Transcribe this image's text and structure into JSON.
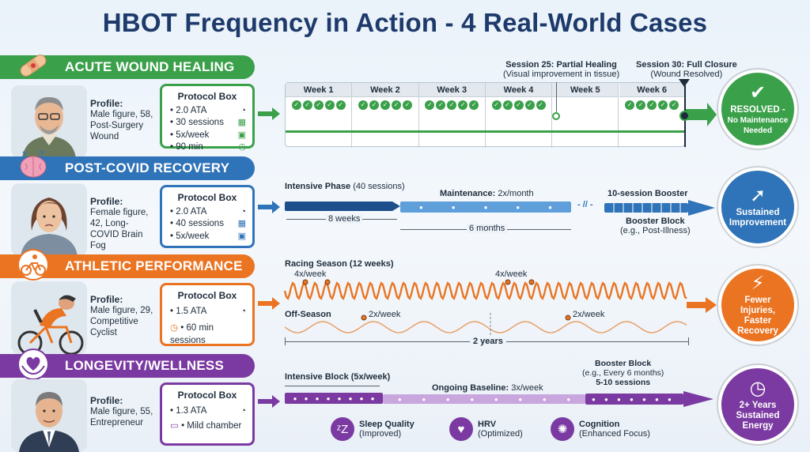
{
  "title": "HBOT Frequency in Action - 4 Real-World Cases",
  "colors": {
    "wound": "#3aa04a",
    "covid": "#2f73b8",
    "athletic": "#ea7422",
    "longevity": "#7b3aa1"
  },
  "cases": {
    "wound": {
      "banner": "ACUTE WOUND HEALING",
      "banner_icon": "bandage-icon",
      "profile_head": "Profile:",
      "profile": "Male figure, 58, Post-Surgery Wound",
      "protocol_title": "Protocol Box",
      "protocol": [
        "• 2.0 ATA",
        "• 30 sessions",
        "• 5x/week",
        "• 90 min"
      ],
      "weeks": [
        "Week 1",
        "Week 2",
        "Week 3",
        "Week 4",
        "Week 5",
        "Week 6"
      ],
      "checks_per_week": 5,
      "milestone1_title": "Session 25: Partial Healing",
      "milestone1_sub": "(Visual improvement in tissue)",
      "milestone2_title": "Session 30: Full Closure",
      "milestone2_sub": "(Wound Resolved)",
      "result_icon": "check-icon",
      "result": "RESOLVED -",
      "result_sub": "No Maintenance Needed"
    },
    "covid": {
      "banner": "POST-COVID RECOVERY",
      "banner_icon": "brain-icon",
      "profile_head": "Profile:",
      "profile": "Female figure, 42, Long-COVID Brain Fog",
      "protocol_title": "Protocol Box",
      "protocol": [
        "• 2.0 ATA",
        "• 40 sessions",
        "• 5x/week"
      ],
      "intensive_label": "Intensive Phase",
      "intensive_note": "(40 sessions)",
      "intensive_duration": "8 weeks",
      "maintenance_label": "Maintenance:",
      "maintenance_freq": "2x/month",
      "maintenance_duration": "6 months",
      "booster_top": "10-session Booster",
      "booster_label": "Booster Block",
      "booster_sub": "(e.g., Post-Illness)",
      "result_icon": "arrow-up-right-icon",
      "result": "Sustained Improvement"
    },
    "athletic": {
      "banner": "ATHLETIC PERFORMANCE",
      "banner_icon": "cyclist-icon",
      "profile_head": "Profile:",
      "profile": "Male figure, 29, Competitive Cyclist",
      "protocol_title": "Protocol Box",
      "protocol": [
        "• 1.5 ATA",
        "• 60 min sessions"
      ],
      "racing_label": "Racing Season (12 weeks)",
      "racing_freq": "4x/week",
      "off_label": "Off-Season",
      "off_freq": "2x/week",
      "duration": "2 years",
      "result_icon": "lightning-icon",
      "result": "Fewer Injuries, Faster Recovery"
    },
    "longevity": {
      "banner": "LONGEVITY/WELLNESS",
      "banner_icon": "heart-hands-icon",
      "profile_head": "Profile:",
      "profile": "Male figure, 55, Entrepreneur",
      "protocol_title": "Protocol Box",
      "protocol": [
        "• 1.3 ATA",
        "• Mild chamber"
      ],
      "intensive_label": "Intensive Block (5x/week)",
      "baseline_label": "Ongoing Baseline:",
      "baseline_freq": "3x/week",
      "booster_label": "Booster Block",
      "booster_sub": "(e.g., Every 6 months)",
      "booster_sessions": "5-10 sessions",
      "indicators": [
        {
          "icon": "sleep-icon",
          "label": "Sleep Quality",
          "sub": "(Improved)"
        },
        {
          "icon": "heartbeat-icon",
          "label": "HRV",
          "sub": "(Optimized)"
        },
        {
          "icon": "lightbulb-icon",
          "label": "Cognition",
          "sub": "(Enhanced Focus)"
        }
      ],
      "result_icon": "clock-icon",
      "result": "2+ Years Sustained Energy"
    }
  }
}
